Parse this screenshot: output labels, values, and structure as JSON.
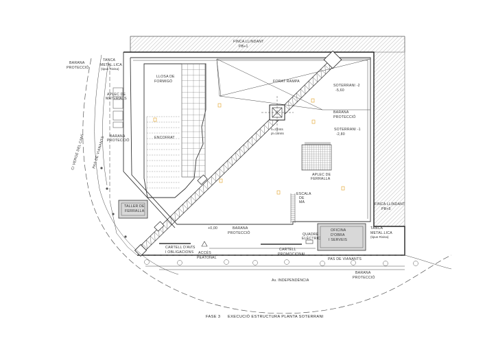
{
  "labels": {
    "finca_llindant_top": "FINCA LLINDANT",
    "finca_llindant_top_sub": "PB+1",
    "finca_llindant_right": "FINCA LLINDANT",
    "finca_llindant_right_sub": "PB+5",
    "barana_proteccio_tl_1": "BARANA",
    "barana_proteccio_tl_2": "PROTECCIÓ",
    "tanca_metallica_left_1": "TANCA",
    "tanca_metallica_left_2": "METAL.LICA",
    "tanca_metallica_left_3": "(tipus Rivisa)",
    "llosa_formigo_1": "LLOSA DE",
    "llosa_formigo_2": "FORMIGÓ",
    "aplec_materials_1": "APLEC DE",
    "aplec_materials_2": "MATERIALS",
    "barana_proteccio_left_1": "BARANA",
    "barana_proteccio_left_2": "PROTECCIÓ",
    "encofrat": "ENCOFRAT",
    "forat_rampa": "FORAT RAMPA",
    "soterrani_2_1": "SOTERRANI -2",
    "soterrani_2_2": "-5,60",
    "barana_proteccio_mid_1": "BARANA",
    "barana_proteccio_mid_2": "PROTECCIÓ",
    "soterrani_1_1": "SOTERRANI -1",
    "soterrani_1_2": "-2,80",
    "crane_h": "h=33mts",
    "crane_pl": "pl=18mts",
    "aplec_ferralla_1": "APLEC DE",
    "aplec_ferralla_2": "FERRALLA",
    "escala_ma_1": "ESCALA",
    "escala_ma_2": "DE",
    "escala_ma_3": "MÀ",
    "taller_ferralla_1": "TALLER DE",
    "taller_ferralla_2": "FERRALLA",
    "level_000": "+0,00",
    "barana_proteccio_bottom_1": "BARANA",
    "barana_proteccio_bottom_2": "PROTECCIÓ",
    "oficina_1": "OFICINA",
    "oficina_2": "D'OBRA",
    "oficina_3": "I SERVEIS",
    "tanca_metallica_right_1": "TANCA",
    "tanca_metallica_right_2": "METAL.LICA",
    "tanca_metallica_right_3": "(tipus Rivisa)",
    "quadre_electric_1": "QUADRE",
    "quadre_electric_2": "ELÈCTRIC",
    "cartell_avis_1": "CARTELL D'AVÍS",
    "cartell_avis_2": "I OBLIGACIONS",
    "acces_peatonal_1": "ACCÉS",
    "acces_peatonal_2": "PEATONAL",
    "cartell_promocional_1": "CARTELL",
    "cartell_promocional_2": "PROMOCIONAL",
    "pas_vianants_bottom": "PAS DE VIANANTS",
    "pas_vianants_left": "PAS DE VIANANTS",
    "street_left": "C/ VERGE DEL CAMÍ",
    "barana_proteccio_far_left_1": "BARANA",
    "barana_proteccio_far_left_2": "PROTECCIÓ",
    "barana_proteccio_br_1": "BARANA",
    "barana_proteccio_br_2": "PROTECCIÓ",
    "street_bottom": "Av. INDEPENDÈNCIA",
    "fase_label": "FASE 3",
    "fase_title": "EXECUCIÓ ESTRUCTURA PLANTA SOTERRANI"
  }
}
